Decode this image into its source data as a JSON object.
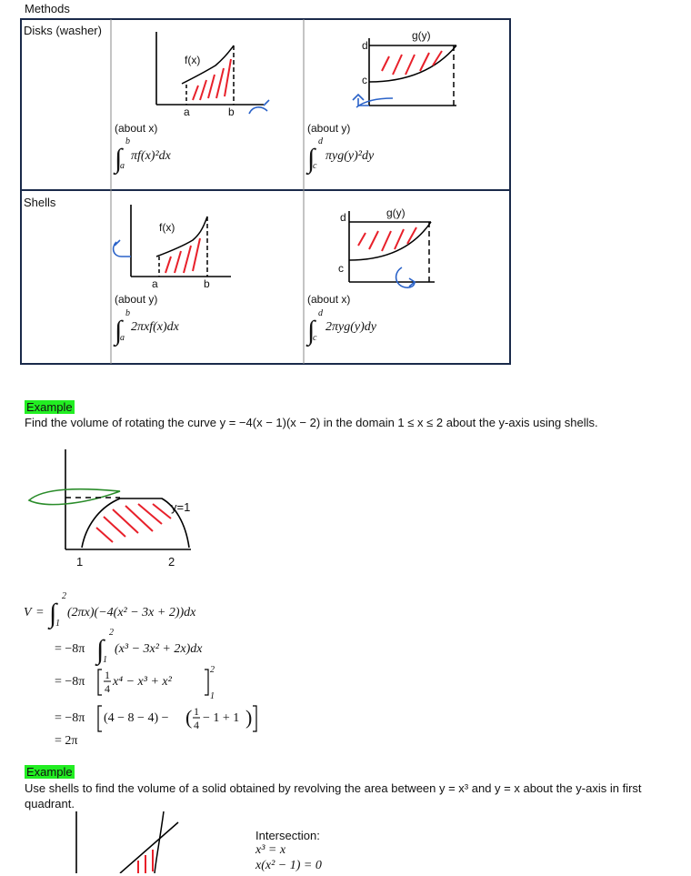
{
  "heading": "Methods",
  "table": {
    "row1_label": "Disks (washer)",
    "row2_label": "Shells",
    "fx_label": "f(x)",
    "gy_label": "g(y)",
    "a": "a",
    "b": "b",
    "c": "c",
    "d": "d",
    "about_x": "(about x)",
    "about_y": "(about y)",
    "disk_x_integrand": "πf(x)²dx",
    "disk_y_integrand": "πyg(y)²dy",
    "shell_y_integrand": "2πxf(x)dx",
    "shell_x_integrand": "2πyg(y)dy"
  },
  "example1": {
    "label": "Example",
    "statement": "Find the volume of rotating the curve y = −4(x − 1)(x − 2) in the domain 1 ≤ x ≤ 2 about the y-axis using shells.",
    "graph": {
      "y_label": "y=1",
      "x1": "1",
      "x2": "2"
    },
    "solution": {
      "V": "V",
      "eq": "=",
      "line1_upper": "2",
      "line1_lower": "1",
      "line1_integrand": "(2πx)(−4(x² − 3x + 2))dx",
      "line2_prefix": "= −8π",
      "line2_integrand": "(x³ − 3x² + 2x)dx",
      "line3_prefix": "= −8π",
      "line3_frac_num": "1",
      "line3_frac_den": "4",
      "line3_rest": "x⁴ − x³ + x²",
      "line4_prefix": "= −8π",
      "line4_a": "(4 − 8 − 4) −",
      "line4_b": "− 1 + 1",
      "line5": "= 2π"
    }
  },
  "example2": {
    "label": "Example",
    "statement": "Use shells to find the volume of a solid obtained by revolving the area between y = x³ and y = x about the y-axis in first quadrant.",
    "intersection_title": "Intersection:",
    "eq1": "x³ = x",
    "eq2": "x(x² − 1) = 0"
  },
  "colors": {
    "hatch": "#e8202a",
    "rotation": "#2a62c8",
    "leaf": "#2a8c2a",
    "highlight": "#22ee22",
    "border": "#1a2a4a"
  }
}
